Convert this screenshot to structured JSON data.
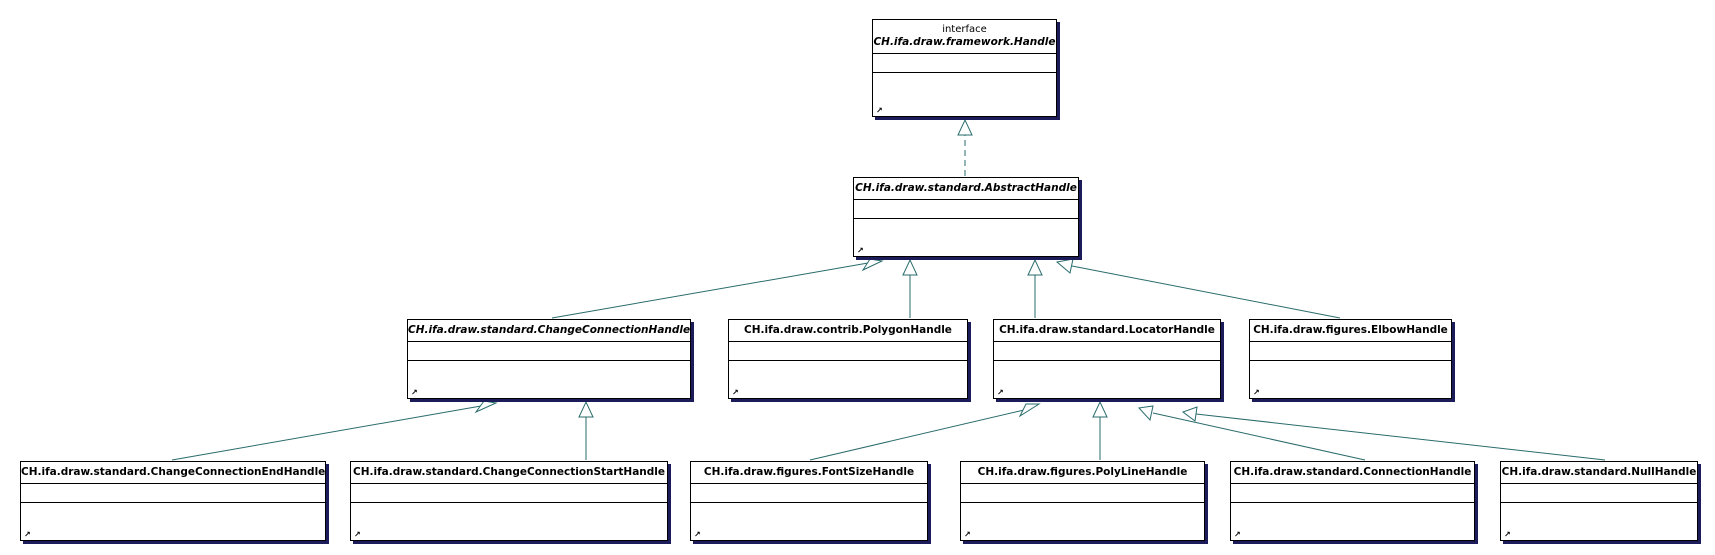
{
  "stereotype": "interface",
  "link_glyph": "↗",
  "classes": {
    "handle": "CH.ifa.draw.framework.Handle",
    "abstract_handle": "CH.ifa.draw.standard.AbstractHandle",
    "change_connection_handle": "CH.ifa.draw.standard.ChangeConnectionHandle",
    "polygon_handle": "CH.ifa.draw.contrib.PolygonHandle",
    "locator_handle": "CH.ifa.draw.standard.LocatorHandle",
    "elbow_handle": "CH.ifa.draw.figures.ElbowHandle",
    "change_connection_end_handle": "CH.ifa.draw.standard.ChangeConnectionEndHandle",
    "change_connection_start_handle": "CH.ifa.draw.standard.ChangeConnectionStartHandle",
    "font_size_handle": "CH.ifa.draw.figures.FontSizeHandle",
    "polyline_handle": "CH.ifa.draw.figures.PolyLineHandle",
    "connection_handle": "CH.ifa.draw.standard.ConnectionHandle",
    "null_handle": "CH.ifa.draw.standard.NullHandle"
  },
  "relations": [
    {
      "from": "abstract_handle",
      "to": "handle",
      "kind": "realization"
    },
    {
      "from": "change_connection_handle",
      "to": "abstract_handle",
      "kind": "generalization"
    },
    {
      "from": "polygon_handle",
      "to": "abstract_handle",
      "kind": "generalization"
    },
    {
      "from": "locator_handle",
      "to": "abstract_handle",
      "kind": "generalization"
    },
    {
      "from": "elbow_handle",
      "to": "abstract_handle",
      "kind": "generalization"
    },
    {
      "from": "change_connection_end_handle",
      "to": "change_connection_handle",
      "kind": "generalization"
    },
    {
      "from": "change_connection_start_handle",
      "to": "change_connection_handle",
      "kind": "generalization"
    },
    {
      "from": "font_size_handle",
      "to": "locator_handle",
      "kind": "generalization"
    },
    {
      "from": "polyline_handle",
      "to": "locator_handle",
      "kind": "generalization"
    },
    {
      "from": "connection_handle",
      "to": "locator_handle",
      "kind": "generalization"
    },
    {
      "from": "null_handle",
      "to": "locator_handle",
      "kind": "generalization"
    }
  ],
  "colors": {
    "edge": "#2a6b6b",
    "shadow": "#1c1c5a",
    "border": "#000000"
  }
}
